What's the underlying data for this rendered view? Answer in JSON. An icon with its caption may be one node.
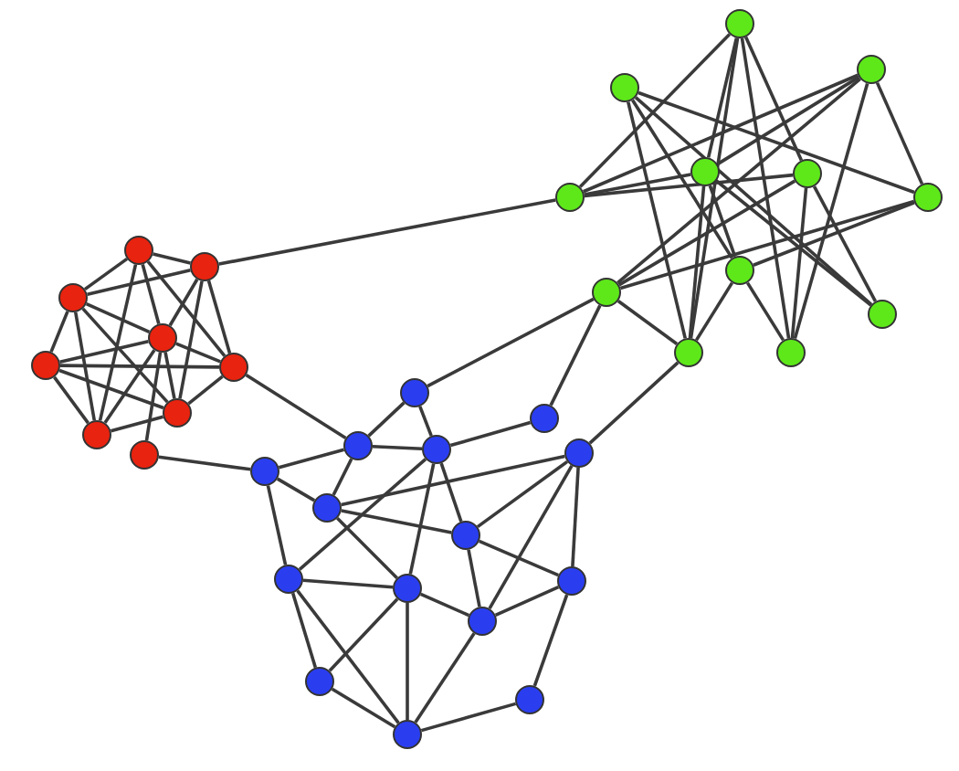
{
  "diagram": {
    "nodes": [
      {
        "text": [],
        "shape": "circle"
      },
      {
        "text": [],
        "shape": "circle"
      },
      {
        "text": [],
        "shape": "circle"
      },
      {
        "text": [],
        "shape": "circle"
      },
      {
        "text": [],
        "shape": "circle"
      },
      {
        "text": [],
        "shape": "circle"
      },
      {
        "text": [],
        "shape": "circle"
      },
      {
        "text": [],
        "shape": "circle"
      },
      {
        "text": [],
        "shape": "circle"
      },
      {
        "text": [],
        "shape": "circle"
      },
      {
        "text": [],
        "shape": "circle"
      },
      {
        "text": [],
        "shape": "circle"
      },
      {
        "text": [],
        "shape": "circle"
      },
      {
        "text": [],
        "shape": "circle"
      },
      {
        "text": [],
        "shape": "circle"
      },
      {
        "text": [],
        "shape": "circle"
      },
      {
        "text": [],
        "shape": "circle"
      },
      {
        "text": [],
        "shape": "circle"
      },
      {
        "text": [],
        "shape": "circle"
      },
      {
        "text": [],
        "shape": "circle"
      },
      {
        "text": [],
        "shape": "circle"
      },
      {
        "text": [],
        "shape": "circle"
      },
      {
        "text": [],
        "shape": "circle"
      },
      {
        "text": [],
        "shape": "circle"
      },
      {
        "text": [],
        "shape": "circle"
      },
      {
        "text": [],
        "shape": "circle"
      },
      {
        "text": [],
        "shape": "circle"
      },
      {
        "text": [],
        "shape": "circle"
      },
      {
        "text": [],
        "shape": "circle"
      },
      {
        "text": [],
        "shape": "circle"
      },
      {
        "text": [],
        "shape": "circle"
      },
      {
        "text": [],
        "shape": "circle"
      },
      {
        "text": [],
        "shape": "circle"
      },
      {
        "text": [],
        "shape": "circle"
      },
      {
        "text": [],
        "shape": "circle"
      },
      {
        "text": [],
        "shape": "circle"
      }
    ],
    "edges": [
      {
        "from": 0,
        "to": 1,
        "arrow": "none"
      },
      {
        "from": 0,
        "to": 2,
        "arrow": "none"
      },
      {
        "from": 0,
        "to": 3,
        "arrow": "none"
      },
      {
        "from": 0,
        "to": 5,
        "arrow": "none"
      },
      {
        "from": 0,
        "to": 7,
        "arrow": "none"
      },
      {
        "from": 1,
        "to": 2,
        "arrow": "none"
      },
      {
        "from": 1,
        "to": 5,
        "arrow": "none"
      },
      {
        "from": 1,
        "to": 6,
        "arrow": "none"
      },
      {
        "from": 1,
        "to": 3,
        "arrow": "none"
      },
      {
        "from": 2,
        "to": 4,
        "arrow": "none"
      },
      {
        "from": 2,
        "to": 3,
        "arrow": "none"
      },
      {
        "from": 3,
        "to": 5,
        "arrow": "none"
      },
      {
        "from": 2,
        "to": 6,
        "arrow": "none"
      },
      {
        "from": 2,
        "to": 7,
        "arrow": "none"
      },
      {
        "from": 4,
        "to": 5,
        "arrow": "none"
      },
      {
        "from": 4,
        "to": 6,
        "arrow": "none"
      },
      {
        "from": 4,
        "to": 3,
        "arrow": "none"
      },
      {
        "from": 4,
        "to": 7,
        "arrow": "none"
      },
      {
        "from": 3,
        "to": 7,
        "arrow": "none"
      },
      {
        "from": 3,
        "to": 6,
        "arrow": "none"
      },
      {
        "from": 3,
        "to": 8,
        "arrow": "none"
      },
      {
        "from": 5,
        "to": 6,
        "arrow": "none"
      },
      {
        "from": 6,
        "to": 7,
        "arrow": "none"
      },
      {
        "from": 1,
        "to": 12,
        "arrow": "none"
      },
      {
        "from": 5,
        "to": 23,
        "arrow": "none"
      },
      {
        "from": 8,
        "to": 26,
        "arrow": "none"
      },
      {
        "from": 9,
        "to": 12,
        "arrow": "none"
      },
      {
        "from": 9,
        "to": 13,
        "arrow": "none"
      },
      {
        "from": 9,
        "to": 19,
        "arrow": "none"
      },
      {
        "from": 9,
        "to": 20,
        "arrow": "none"
      },
      {
        "from": 9,
        "to": 14,
        "arrow": "none"
      },
      {
        "from": 10,
        "to": 19,
        "arrow": "none"
      },
      {
        "from": 10,
        "to": 16,
        "arrow": "none"
      },
      {
        "from": 10,
        "to": 18,
        "arrow": "none"
      },
      {
        "from": 10,
        "to": 15,
        "arrow": "none"
      },
      {
        "from": 11,
        "to": 12,
        "arrow": "none"
      },
      {
        "from": 11,
        "to": 13,
        "arrow": "none"
      },
      {
        "from": 11,
        "to": 17,
        "arrow": "none"
      },
      {
        "from": 11,
        "to": 20,
        "arrow": "none"
      },
      {
        "from": 11,
        "to": 15,
        "arrow": "none"
      },
      {
        "from": 12,
        "to": 13,
        "arrow": "none"
      },
      {
        "from": 12,
        "to": 14,
        "arrow": "none"
      },
      {
        "from": 13,
        "to": 16,
        "arrow": "none"
      },
      {
        "from": 13,
        "to": 18,
        "arrow": "none"
      },
      {
        "from": 13,
        "to": 19,
        "arrow": "none"
      },
      {
        "from": 14,
        "to": 20,
        "arrow": "none"
      },
      {
        "from": 14,
        "to": 17,
        "arrow": "none"
      },
      {
        "from": 14,
        "to": 18,
        "arrow": "none"
      },
      {
        "from": 15,
        "to": 17,
        "arrow": "none"
      },
      {
        "from": 15,
        "to": 16,
        "arrow": "none"
      },
      {
        "from": 16,
        "to": 19,
        "arrow": "none"
      },
      {
        "from": 16,
        "to": 20,
        "arrow": "none"
      },
      {
        "from": 17,
        "to": 19,
        "arrow": "none"
      },
      {
        "from": 17,
        "to": 21,
        "arrow": "none"
      },
      {
        "from": 22,
        "to": 17,
        "arrow": "none"
      },
      {
        "from": 25,
        "to": 19,
        "arrow": "none"
      },
      {
        "from": 21,
        "to": 23,
        "arrow": "none"
      },
      {
        "from": 21,
        "to": 24,
        "arrow": "none"
      },
      {
        "from": 22,
        "to": 24,
        "arrow": "none"
      },
      {
        "from": 23,
        "to": 24,
        "arrow": "none"
      },
      {
        "from": 23,
        "to": 26,
        "arrow": "none"
      },
      {
        "from": 23,
        "to": 27,
        "arrow": "none"
      },
      {
        "from": 24,
        "to": 29,
        "arrow": "none"
      },
      {
        "from": 24,
        "to": 30,
        "arrow": "none"
      },
      {
        "from": 24,
        "to": 28,
        "arrow": "none"
      },
      {
        "from": 26,
        "to": 27,
        "arrow": "none"
      },
      {
        "from": 26,
        "to": 29,
        "arrow": "none"
      },
      {
        "from": 27,
        "to": 25,
        "arrow": "none"
      },
      {
        "from": 27,
        "to": 28,
        "arrow": "none"
      },
      {
        "from": 27,
        "to": 30,
        "arrow": "none"
      },
      {
        "from": 28,
        "to": 31,
        "arrow": "none"
      },
      {
        "from": 28,
        "to": 32,
        "arrow": "none"
      },
      {
        "from": 25,
        "to": 28,
        "arrow": "none"
      },
      {
        "from": 25,
        "to": 31,
        "arrow": "none"
      },
      {
        "from": 25,
        "to": 32,
        "arrow": "none"
      },
      {
        "from": 29,
        "to": 30,
        "arrow": "none"
      },
      {
        "from": 29,
        "to": 33,
        "arrow": "none"
      },
      {
        "from": 29,
        "to": 35,
        "arrow": "none"
      },
      {
        "from": 30,
        "to": 33,
        "arrow": "none"
      },
      {
        "from": 30,
        "to": 35,
        "arrow": "none"
      },
      {
        "from": 30,
        "to": 32,
        "arrow": "none"
      },
      {
        "from": 31,
        "to": 32,
        "arrow": "none"
      },
      {
        "from": 31,
        "to": 34,
        "arrow": "none"
      },
      {
        "from": 32,
        "to": 35,
        "arrow": "none"
      },
      {
        "from": 34,
        "to": 35,
        "arrow": "none"
      },
      {
        "from": 33,
        "to": 35,
        "arrow": "none"
      }
    ]
  }
}
